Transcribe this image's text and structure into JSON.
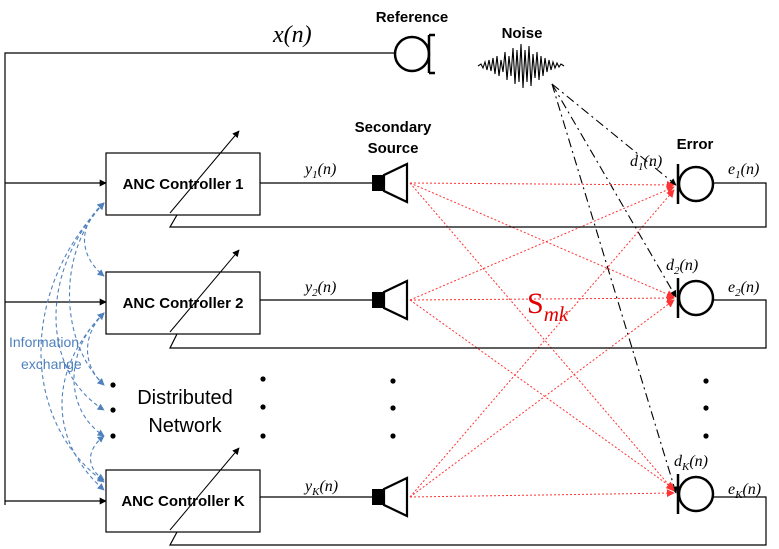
{
  "diagram": {
    "reference_signal": "x(n)",
    "labels": {
      "reference": "Reference",
      "noise": "Noise",
      "secondary_line1": "Secondary",
      "secondary_line2": "Source",
      "error": "Error",
      "info_line1": "Information",
      "info_line2": "exchange",
      "network_line1": "Distributed",
      "network_line2": "Network",
      "path_symbol": "S",
      "path_subscript": "mk"
    },
    "channels": [
      {
        "controller": "ANC Controller 1",
        "output": "y",
        "output_sub": "1",
        "disturbance": "d",
        "disturbance_sub": "1",
        "error": "e",
        "error_sub": "1"
      },
      {
        "controller": "ANC Controller 2",
        "output": "y",
        "output_sub": "2",
        "disturbance": "d",
        "disturbance_sub": "2",
        "error": "e",
        "error_sub": "2"
      },
      {
        "controller": "ANC Controller K",
        "output": "y",
        "output_sub": "K",
        "disturbance": "d",
        "disturbance_sub": "K",
        "error": "e",
        "error_sub": "K"
      }
    ],
    "colors": {
      "line": "#000000",
      "secondary_path": "#ff3333",
      "information_exchange": "#4f81bd"
    }
  }
}
